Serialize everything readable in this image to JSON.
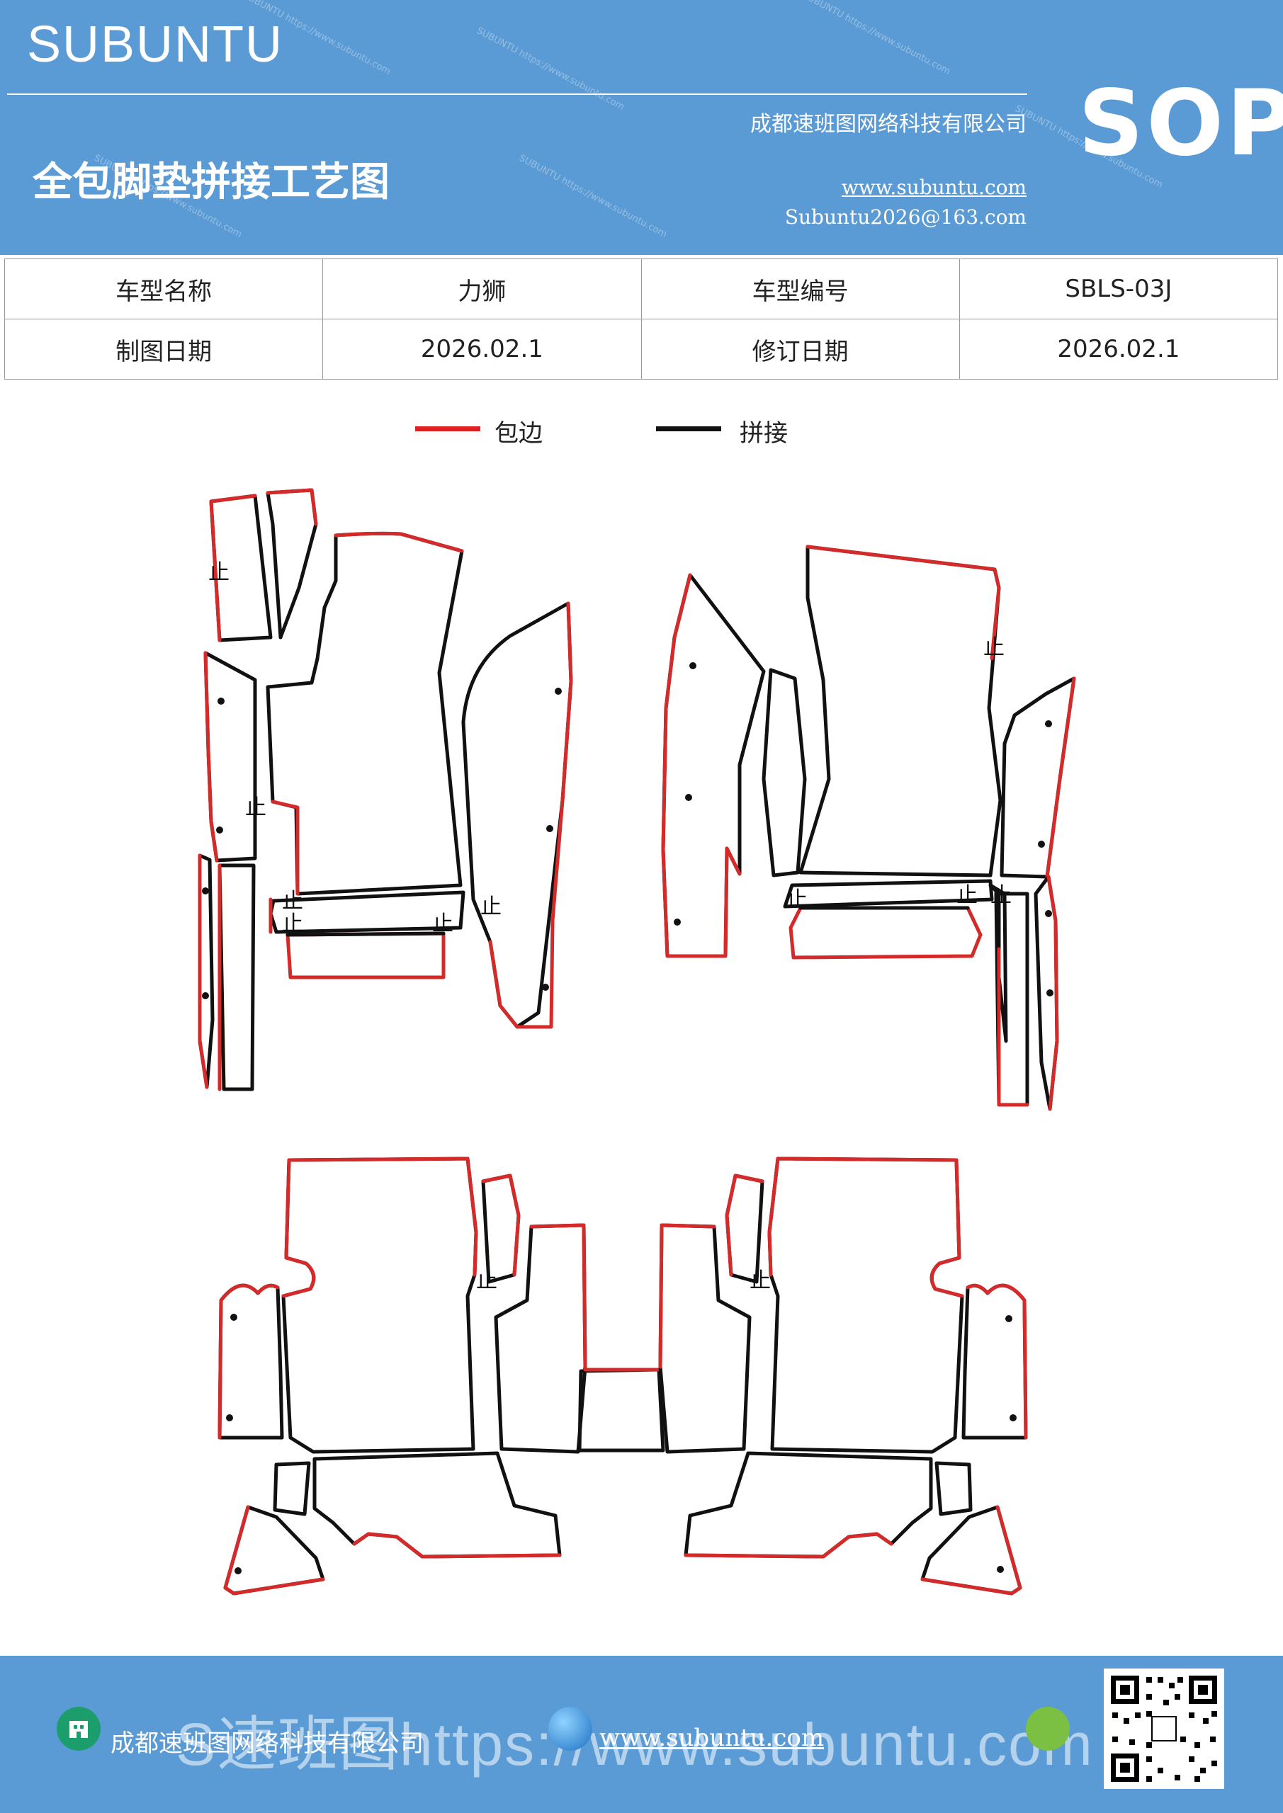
{
  "header": {
    "brand": "SUBUNTU",
    "sop": "SOP",
    "company": "成都速班图网络科技有限公司",
    "title": "全包脚垫拼接工艺图",
    "website": "www.subuntu.com",
    "email": "Subuntu2026@163.com",
    "watermark": "SUBUNTU https://www.subuntu.com"
  },
  "info_table": {
    "rows": [
      [
        {
          "text": "车型名称"
        },
        {
          "text": "力狮"
        },
        {
          "text": "车型编号"
        },
        {
          "text": "SBLS-03J"
        }
      ],
      [
        {
          "text": "制图日期"
        },
        {
          "text": "2026.02.1"
        },
        {
          "text": "修订日期"
        },
        {
          "text": "2026.02.1"
        }
      ]
    ]
  },
  "legend": {
    "items": [
      {
        "label": "包边",
        "color": "#e02020"
      },
      {
        "label": "拼接",
        "color": "#111111"
      }
    ]
  },
  "diagram": {
    "edge_color": "#d42a2a",
    "seam_color": "#111111",
    "stop_mark": "止"
  },
  "footer": {
    "company": "成都速班图网络科技有限公司",
    "website": "www.subuntu.com",
    "ghost_text": "S速班图https://www.subuntu.com"
  }
}
